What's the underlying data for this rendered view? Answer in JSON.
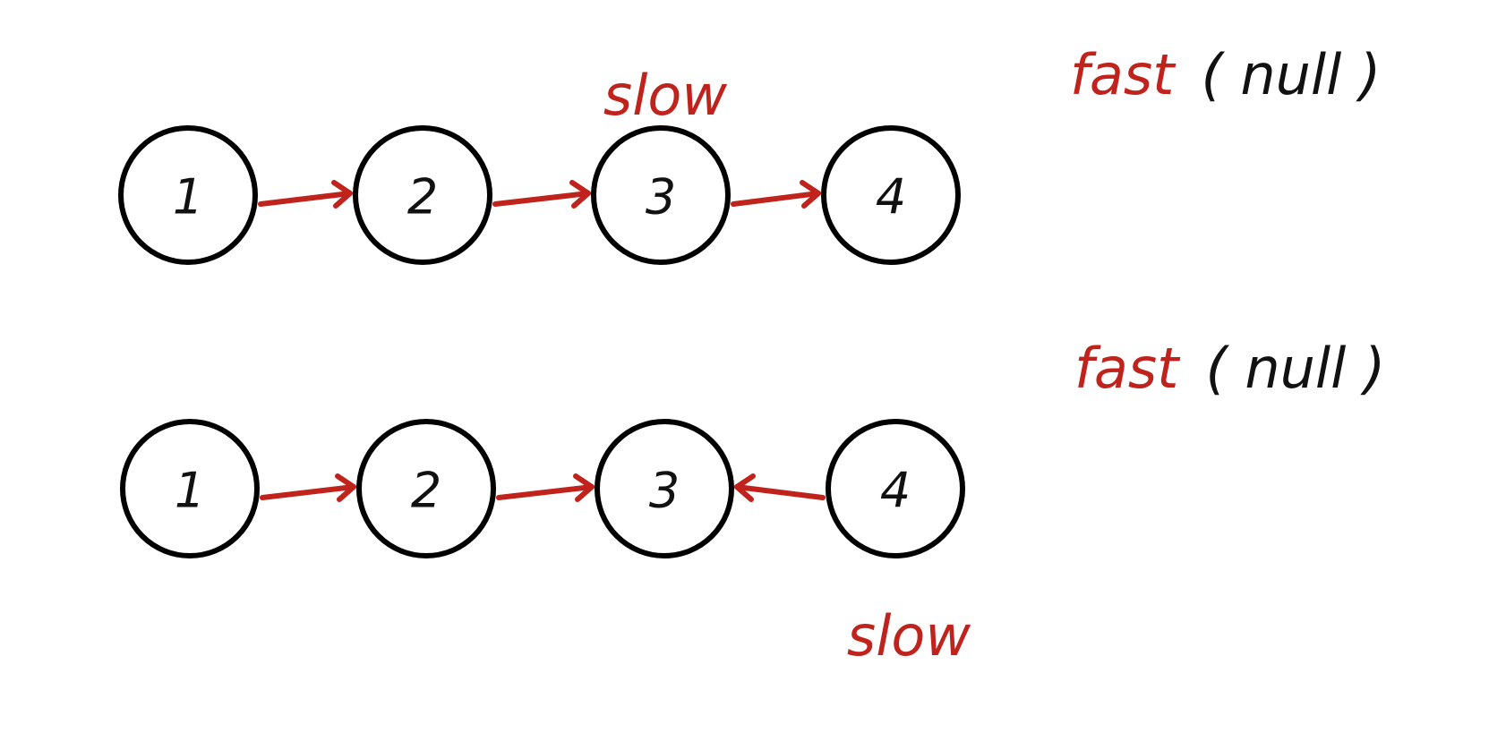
{
  "colors": {
    "node_stroke": "#000000",
    "arrow": "#c0221c",
    "pointer_name": "#c0221c",
    "pointer_value": "#111111"
  },
  "rows": [
    {
      "nodes": [
        "1",
        "2",
        "3",
        "4"
      ],
      "edges": [
        {
          "from": 0,
          "to": 1
        },
        {
          "from": 1,
          "to": 2
        },
        {
          "from": 2,
          "to": 3
        }
      ],
      "fast": {
        "name": "fast",
        "value": "( null )"
      },
      "slow": {
        "name": "slow",
        "node": 2,
        "placement": "above"
      }
    },
    {
      "nodes": [
        "1",
        "2",
        "3",
        "4"
      ],
      "edges": [
        {
          "from": 0,
          "to": 1
        },
        {
          "from": 1,
          "to": 2
        },
        {
          "from": 3,
          "to": 2
        }
      ],
      "fast": {
        "name": "fast",
        "value": "( null )"
      },
      "slow": {
        "name": "slow",
        "node": 3,
        "placement": "below"
      }
    }
  ]
}
